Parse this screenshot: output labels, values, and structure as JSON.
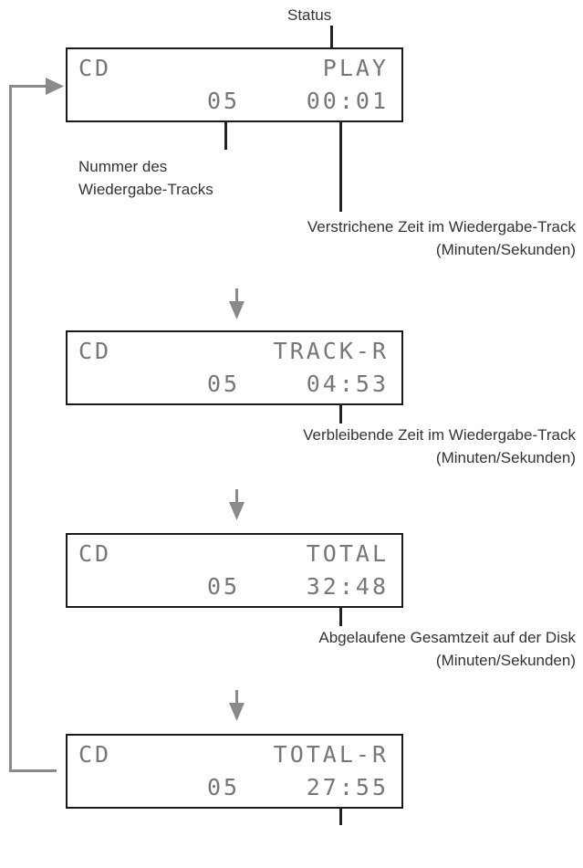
{
  "annotations": {
    "status": "Status",
    "track_number_line1": "Nummer des",
    "track_number_line2": "Wiedergabe-Tracks",
    "elapsed_line1": "Verstrichene Zeit im Wiedergabe-Track",
    "elapsed_line2": "(Minuten/Sekunden)",
    "remaining_line1": "Verbleibende Zeit im Wiedergabe-Track",
    "remaining_line2": "(Minuten/Sekunden)",
    "total_line1": "Abgelaufene Gesamtzeit auf der Disk",
    "total_line2": "(Minuten/Sekunden)"
  },
  "displays": [
    {
      "source": "CD",
      "mode": "PLAY",
      "track": "05",
      "time": "00:01"
    },
    {
      "source": "CD",
      "mode": "TRACK-R",
      "track": "05",
      "time": "04:53"
    },
    {
      "source": "CD",
      "mode": "TOTAL",
      "track": "05",
      "time": "32:48"
    },
    {
      "source": "CD",
      "mode": "TOTAL-R",
      "track": "05",
      "time": "27:55"
    }
  ],
  "colors": {
    "display_text": "#777777",
    "arrow": "#8a8a8a",
    "border": "#1a1a1a"
  }
}
